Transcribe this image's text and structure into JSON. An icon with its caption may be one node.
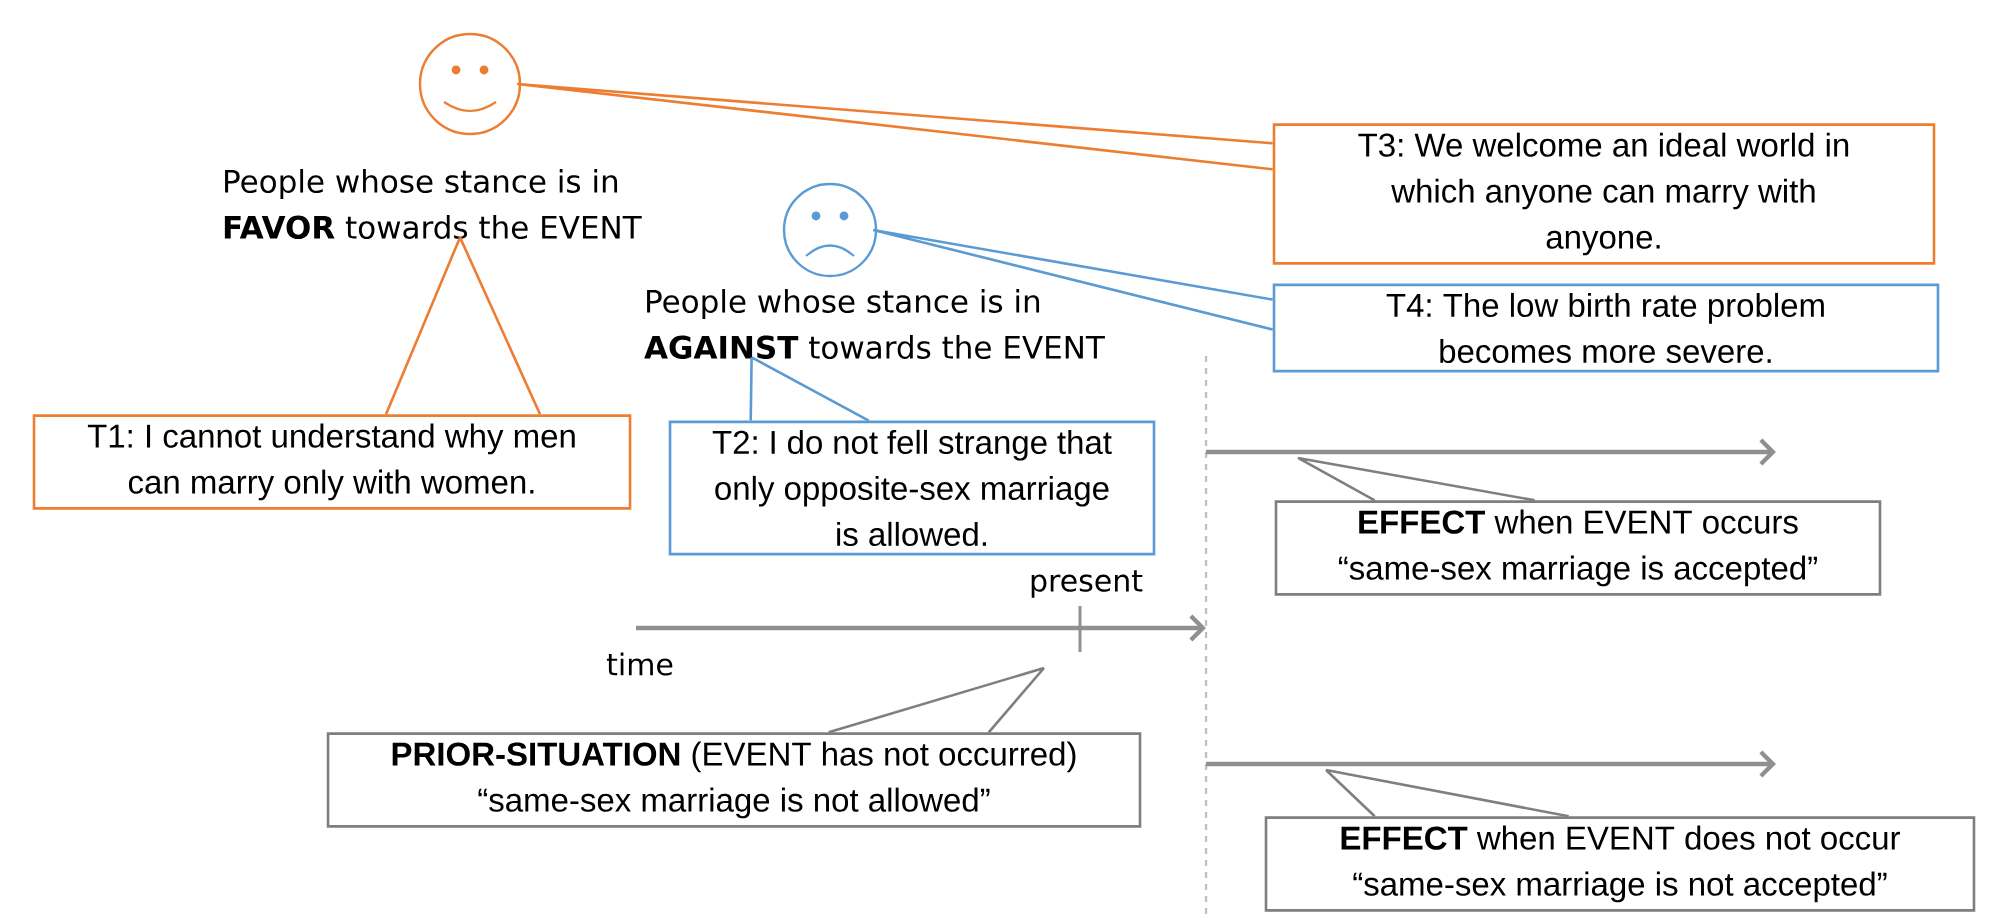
{
  "diagram": {
    "nodes": [
      {
        "text": [],
        "shape": "circle"
      },
      {
        "text": [
          "People whose stance is in **FAVOR** towards the EVENT"
        ]
      },
      {
        "text": [],
        "shape": "circle"
      },
      {
        "text": [
          "People whose stance is in **AGAINST** towards the EVENT"
        ]
      },
      {
        "text": [
          "T1: I cannot understand why men can marry only with women."
        ]
      },
      {
        "text": [
          "T2: I do not fell strange that only opposite-sex marriage is allowed."
        ]
      },
      {
        "text": [
          "T3: We welcome an ideal world in which anyone can marry with anyone."
        ]
      },
      {
        "text": [
          "T4: The low birth rate problem becomes more severe."
        ]
      },
      {
        "text": [
          "**EFFECT** when EVENT occurs “same-sex marriage is accepted”"
        ]
      },
      {
        "text": [
          "**PRIOR-SITUATION** (EVENT has not occurred) “same-sex marriage is not allowed”"
        ]
      },
      {
        "text": [
          "**EFFECT** when EVENT does not occur “same-sex marriage is not accepted”"
        ]
      }
    ],
    "edges": [
      {
        "from": 4,
        "to": 1,
        "arrow": "none",
        "color": "#ed7d31"
      },
      {
        "from": 5,
        "to": 3,
        "arrow": "none",
        "color": "#5b9bd5"
      },
      {
        "from": 6,
        "to": 0,
        "arrow": "none",
        "color": "#ed7d31"
      },
      {
        "from": 7,
        "to": 2,
        "arrow": "none",
        "color": "#5b9bd5"
      },
      {
        "from": 8,
        "to": null,
        "arrow": "none"
      },
      {
        "from": 9,
        "to": null,
        "arrow": "none"
      },
      {
        "from": 10,
        "to": null,
        "arrow": "none"
      }
    ],
    "labels": [
      "present",
      "time"
    ]
  }
}
